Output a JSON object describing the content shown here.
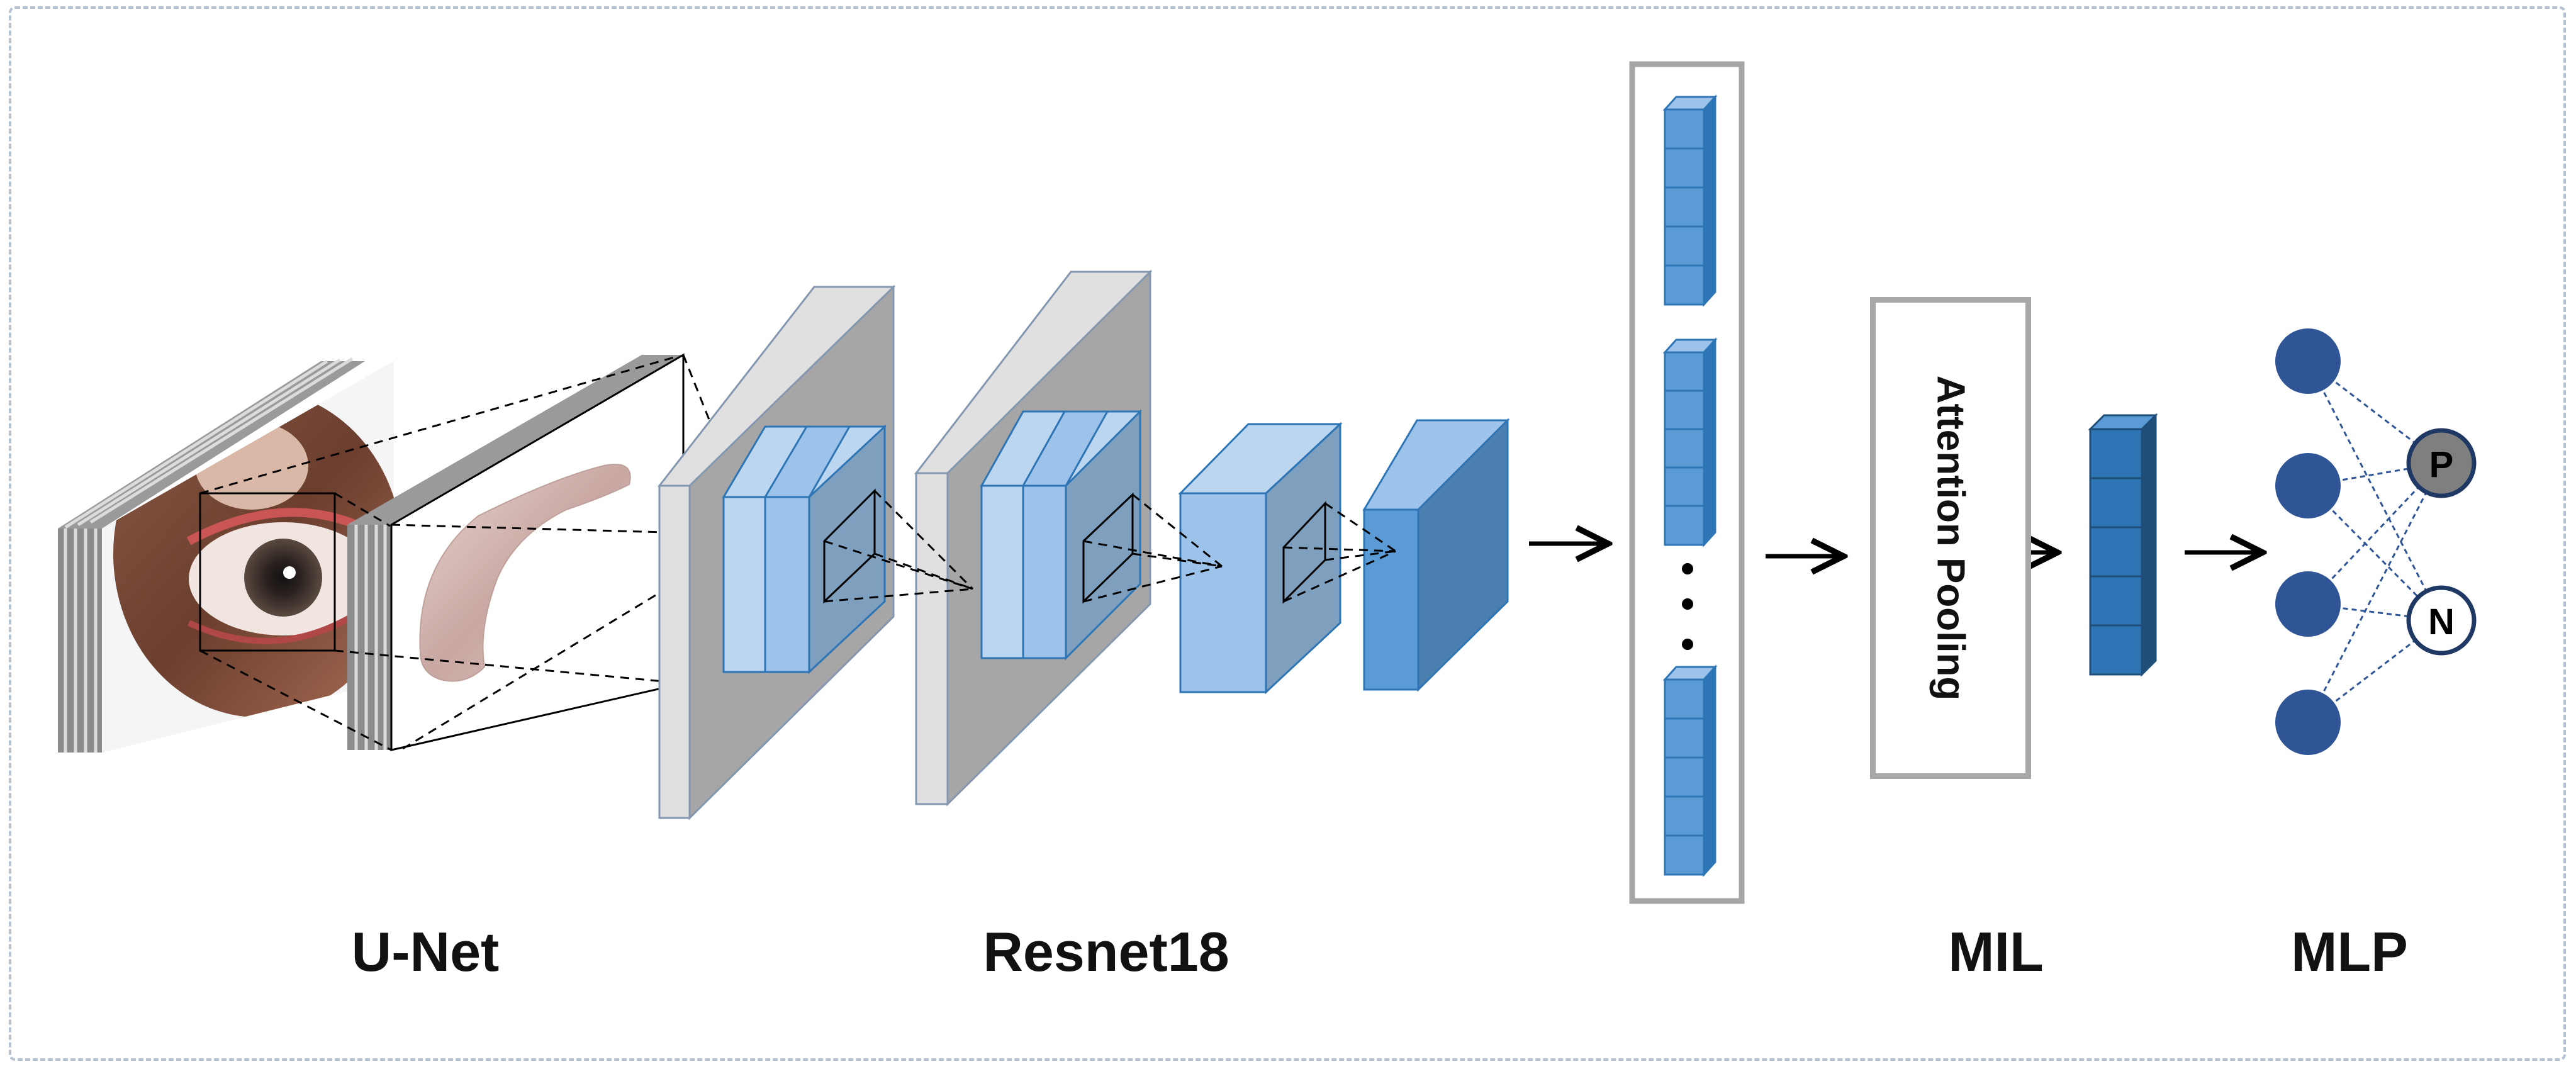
{
  "stages": {
    "unet": "U-Net",
    "resnet": "Resnet18",
    "mil": "MIL",
    "mlp": "MLP"
  },
  "attention_pooling": "Attention Pooling",
  "mlp_outputs": [
    "P",
    "N"
  ],
  "colors": {
    "frame": "#b6c2cf",
    "cube_light": "#bcd6f0",
    "cube_mid": "#9ec3ea",
    "cube_deep": "#5b9bd5",
    "vector_blue": "#2e75b6",
    "node_blue": "#2f5597",
    "panel_gray": "#a6a6a6",
    "output_p": "#7f7f7f"
  }
}
